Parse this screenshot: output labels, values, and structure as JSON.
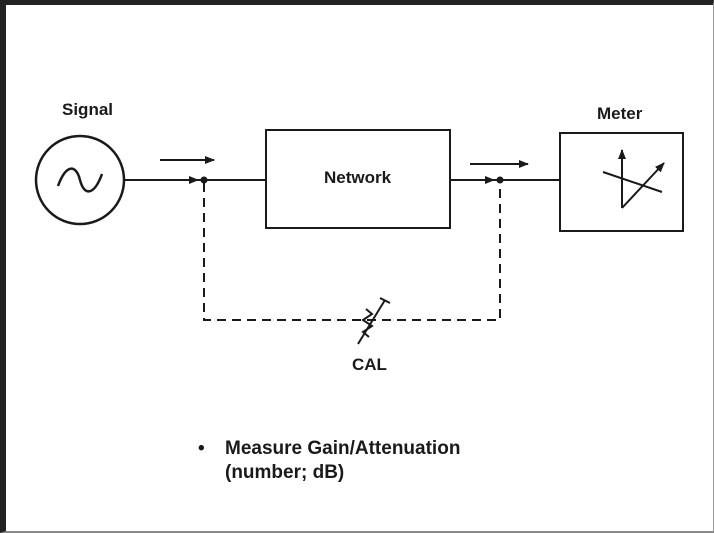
{
  "diagram": {
    "signal_label": "Signal",
    "network_label": "Network",
    "meter_label": "Meter",
    "cal_label": "CAL",
    "bullet_symbol": "•",
    "bullet_line1": "Measure Gain/Attenuation",
    "bullet_line2": "(number; dB)"
  }
}
